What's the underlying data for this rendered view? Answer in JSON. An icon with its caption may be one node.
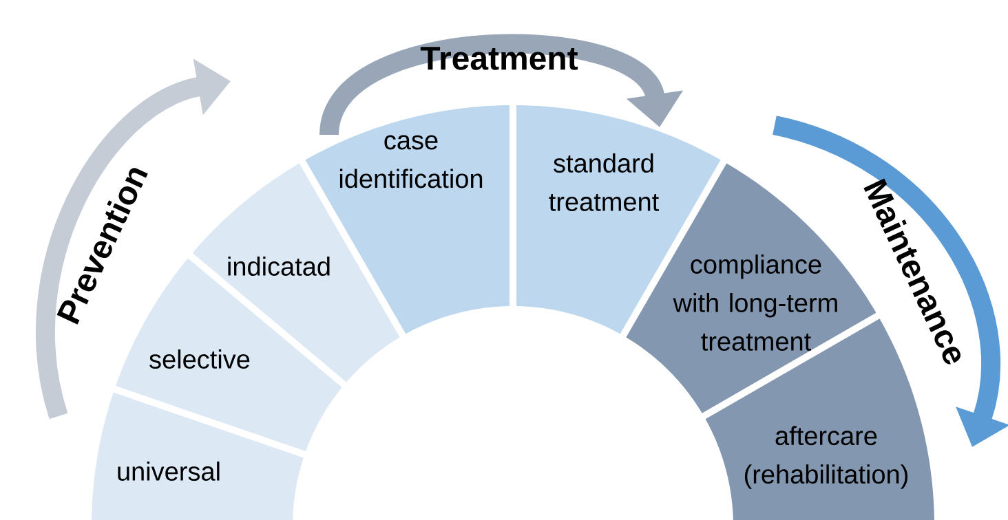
{
  "diagram": {
    "nodes": [
      {
        "text": [
          "universal"
        ]
      },
      {
        "text": [
          "selective"
        ]
      },
      {
        "text": [
          "indicatad"
        ]
      },
      {
        "text": [
          "case identification"
        ]
      },
      {
        "text": [
          "standard treatment"
        ]
      },
      {
        "text": [
          "compliance with long-term treatment"
        ]
      },
      {
        "text": [
          "aftercare (rehabilitation)"
        ]
      }
    ],
    "labels": [
      "Prevention",
      "Treatment",
      "Maintenance"
    ]
  }
}
